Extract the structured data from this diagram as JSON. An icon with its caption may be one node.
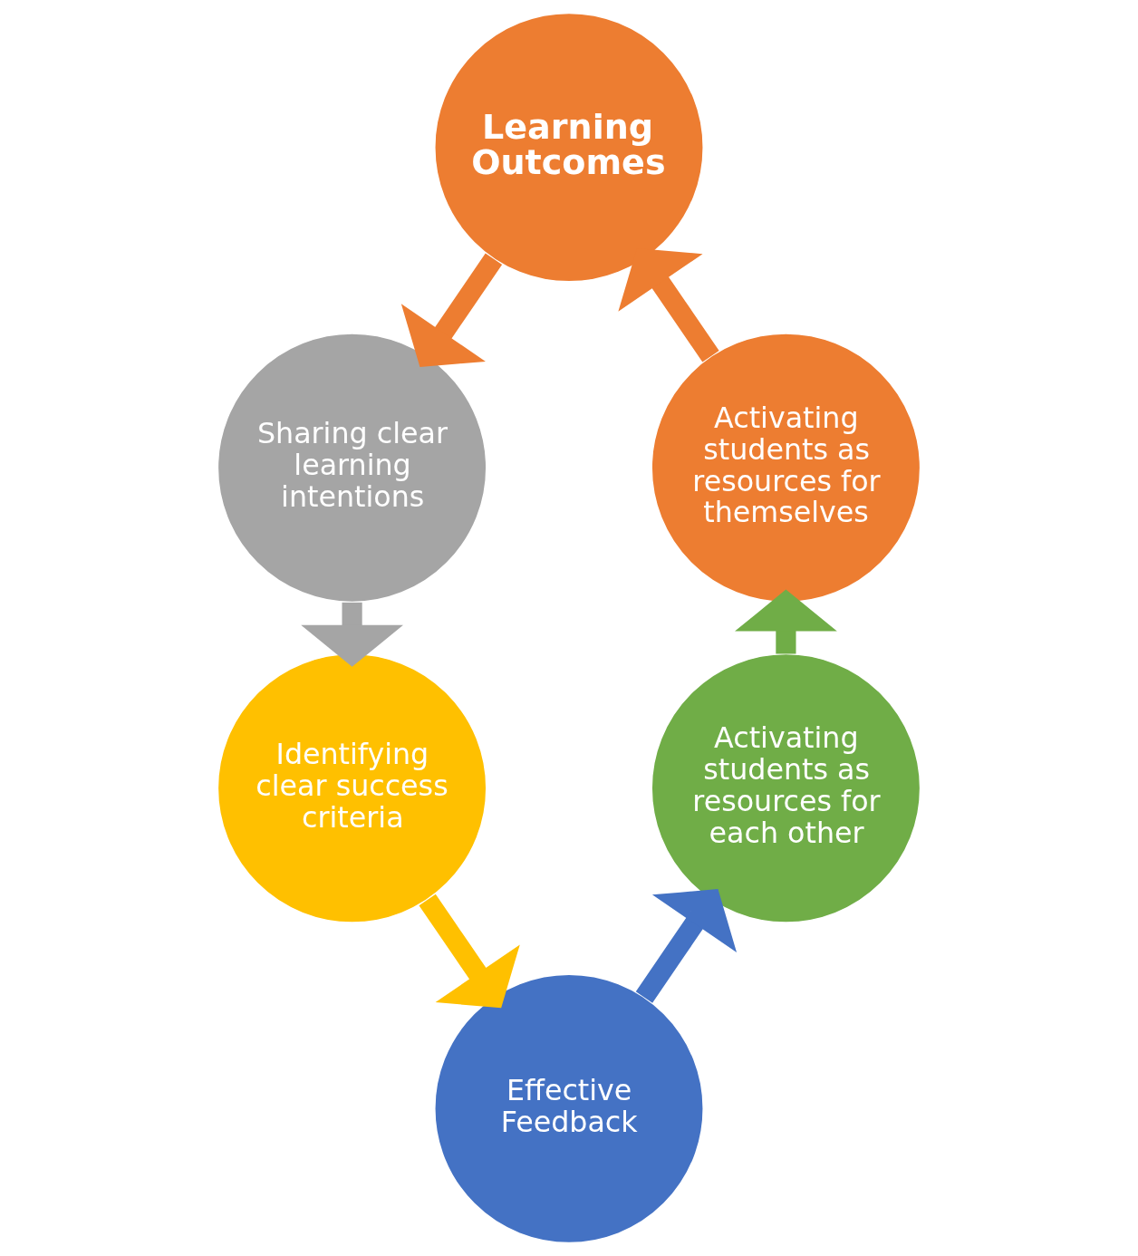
{
  "diagram": {
    "nodes": [
      {
        "text": [
          "Learning Outcomes"
        ]
      },
      {
        "text": [
          "Sharing clear learning intentions"
        ]
      },
      {
        "text": [
          "Identifying clear success criteria"
        ]
      },
      {
        "text": [
          "Effective Feedback"
        ]
      },
      {
        "text": [
          "Activating students as resources for each other"
        ]
      },
      {
        "text": [
          "Activating students as resources for themselves"
        ]
      }
    ],
    "edges": [
      {
        "from": 0,
        "to": 1,
        "arrow": "to",
        "color": "#ed7d31"
      },
      {
        "from": 1,
        "to": 2,
        "arrow": "to",
        "color": "#a5a5a5"
      },
      {
        "from": 2,
        "to": 3,
        "arrow": "to",
        "color": "#ffc000"
      },
      {
        "from": 3,
        "to": 4,
        "arrow": "to",
        "color": "#4472c4"
      },
      {
        "from": 4,
        "to": 5,
        "arrow": "to",
        "color": "#70ad47"
      },
      {
        "from": 5,
        "to": 0,
        "arrow": "to",
        "color": "#ed7d31"
      }
    ]
  }
}
